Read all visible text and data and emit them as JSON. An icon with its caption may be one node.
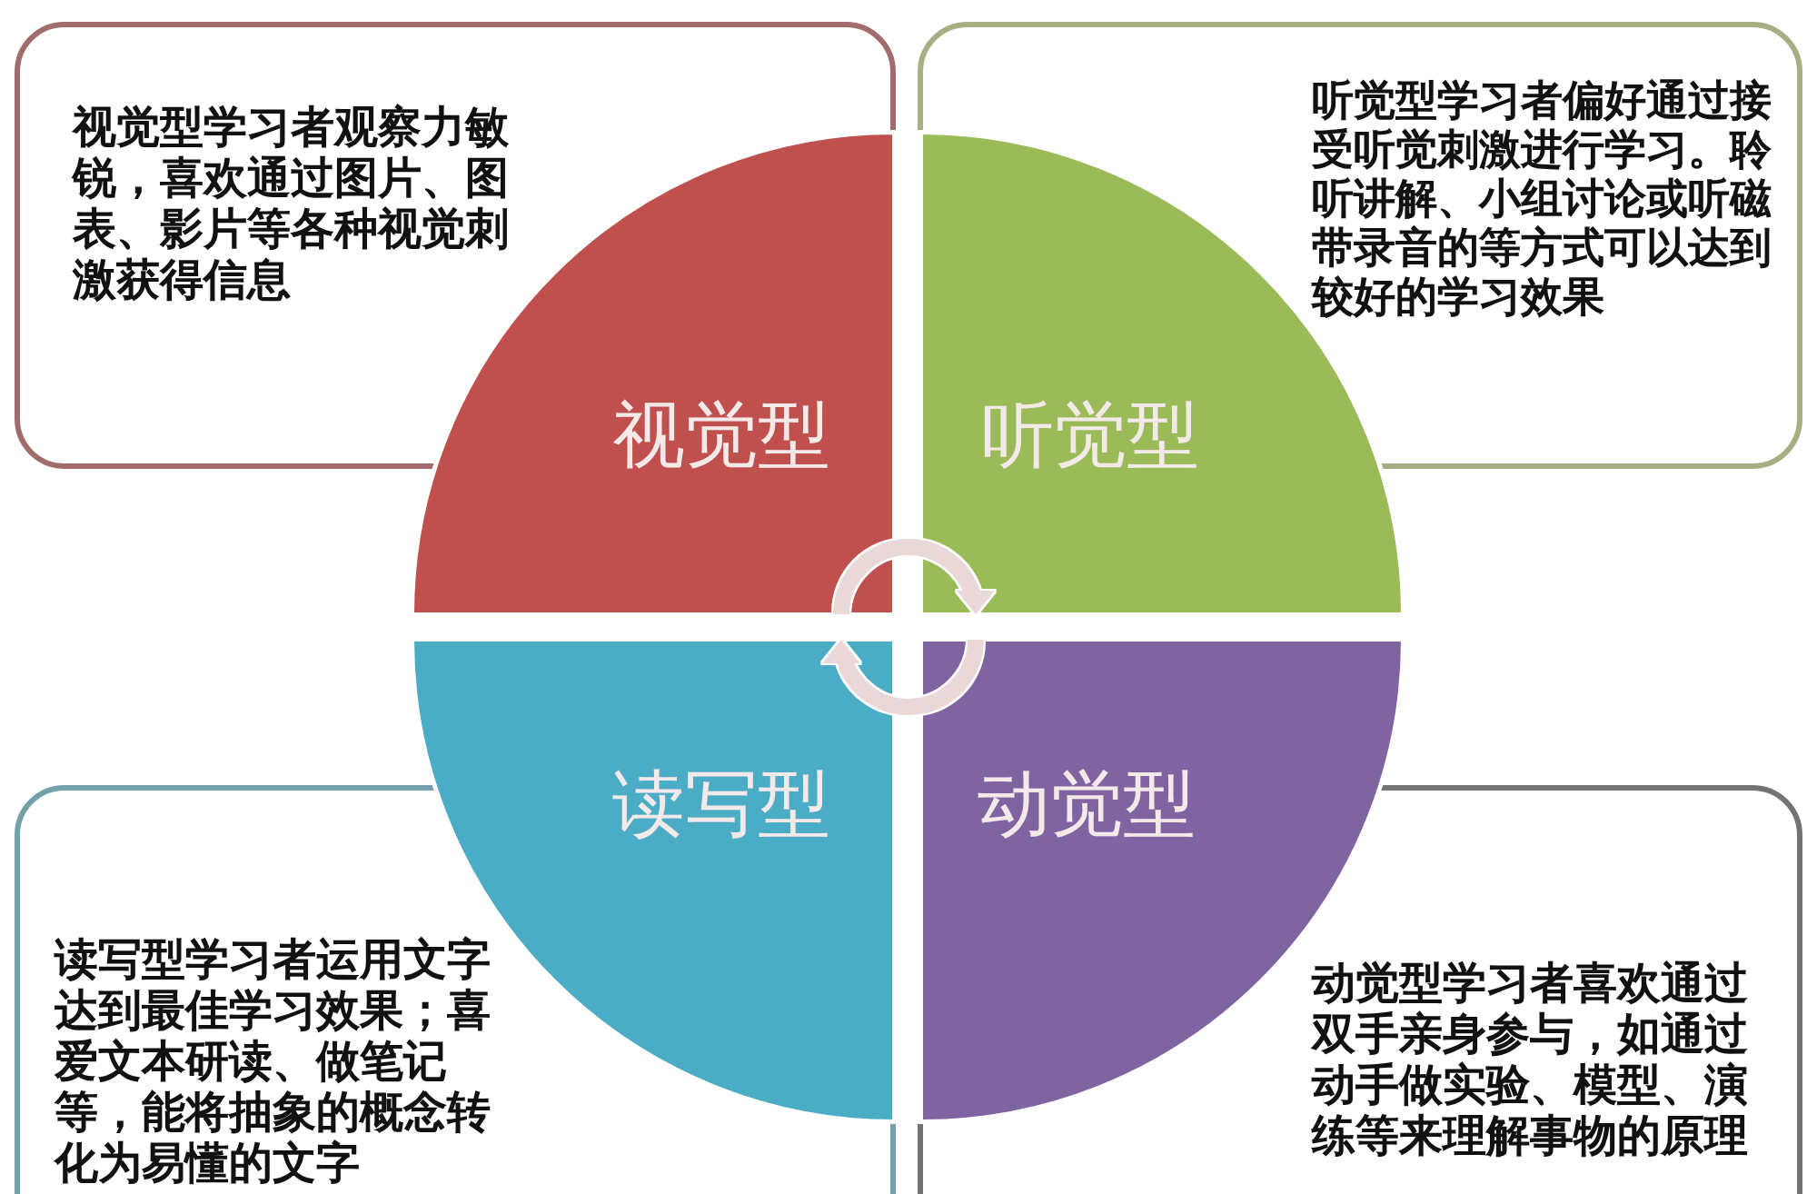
{
  "diagram": {
    "nodes": [
      {
        "text": [
          "视觉型学习者观察力敏锐，喜欢通过图片、图表、影片等各种视觉刺激获得信息"
        ]
      },
      {
        "text": [
          "视觉型"
        ]
      },
      {
        "text": [
          "听觉型学习者偏好通过接受听觉刺激进行学习。聆听讲解、小组讨论或听磁带录音的等方式可以达到较好的学习效果"
        ]
      },
      {
        "text": [
          "听觉型"
        ]
      },
      {
        "text": [
          "读写型学习者运用文字达到最佳学习效果；喜爱文本研读、做笔记等，能将抽象的概念转化为易懂的文字"
        ]
      },
      {
        "text": [
          "读写型"
        ]
      },
      {
        "text": [
          "动觉型学习者喜欢通过双手亲身参与，如通过动手做实验、模型、演练等来理解事物的原理"
        ]
      },
      {
        "text": [
          "动觉型"
        ]
      }
    ],
    "edges": [
      {
        "from": 1,
        "to": 3,
        "arrow": "to"
      },
      {
        "from": 7,
        "to": 5,
        "arrow": "to"
      }
    ]
  }
}
